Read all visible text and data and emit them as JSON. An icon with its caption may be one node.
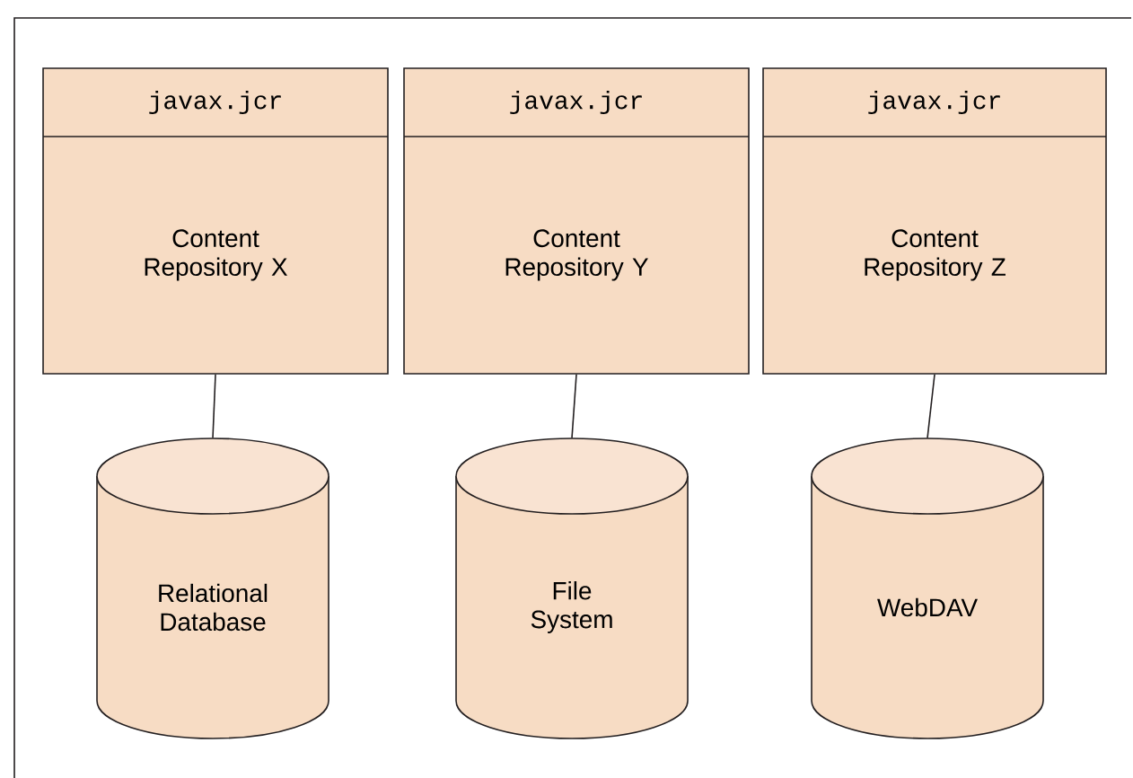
{
  "diagram": {
    "nodes": [
      {
        "text": [
          "javax.jcr",
          "Content Repository X"
        ]
      },
      {
        "text": [
          "javax.jcr",
          "Content Repository Y"
        ]
      },
      {
        "text": [
          "javax.jcr",
          "Content Repository Z"
        ]
      },
      {
        "text": [
          "Relational Database"
        ]
      },
      {
        "text": [
          "File System"
        ]
      },
      {
        "text": [
          "WebDAV"
        ]
      }
    ],
    "edges": [
      {
        "from": 0,
        "to": 3,
        "arrow": "none"
      },
      {
        "from": 1,
        "to": 4,
        "arrow": "none"
      },
      {
        "from": 2,
        "to": 5,
        "arrow": "none"
      }
    ]
  }
}
